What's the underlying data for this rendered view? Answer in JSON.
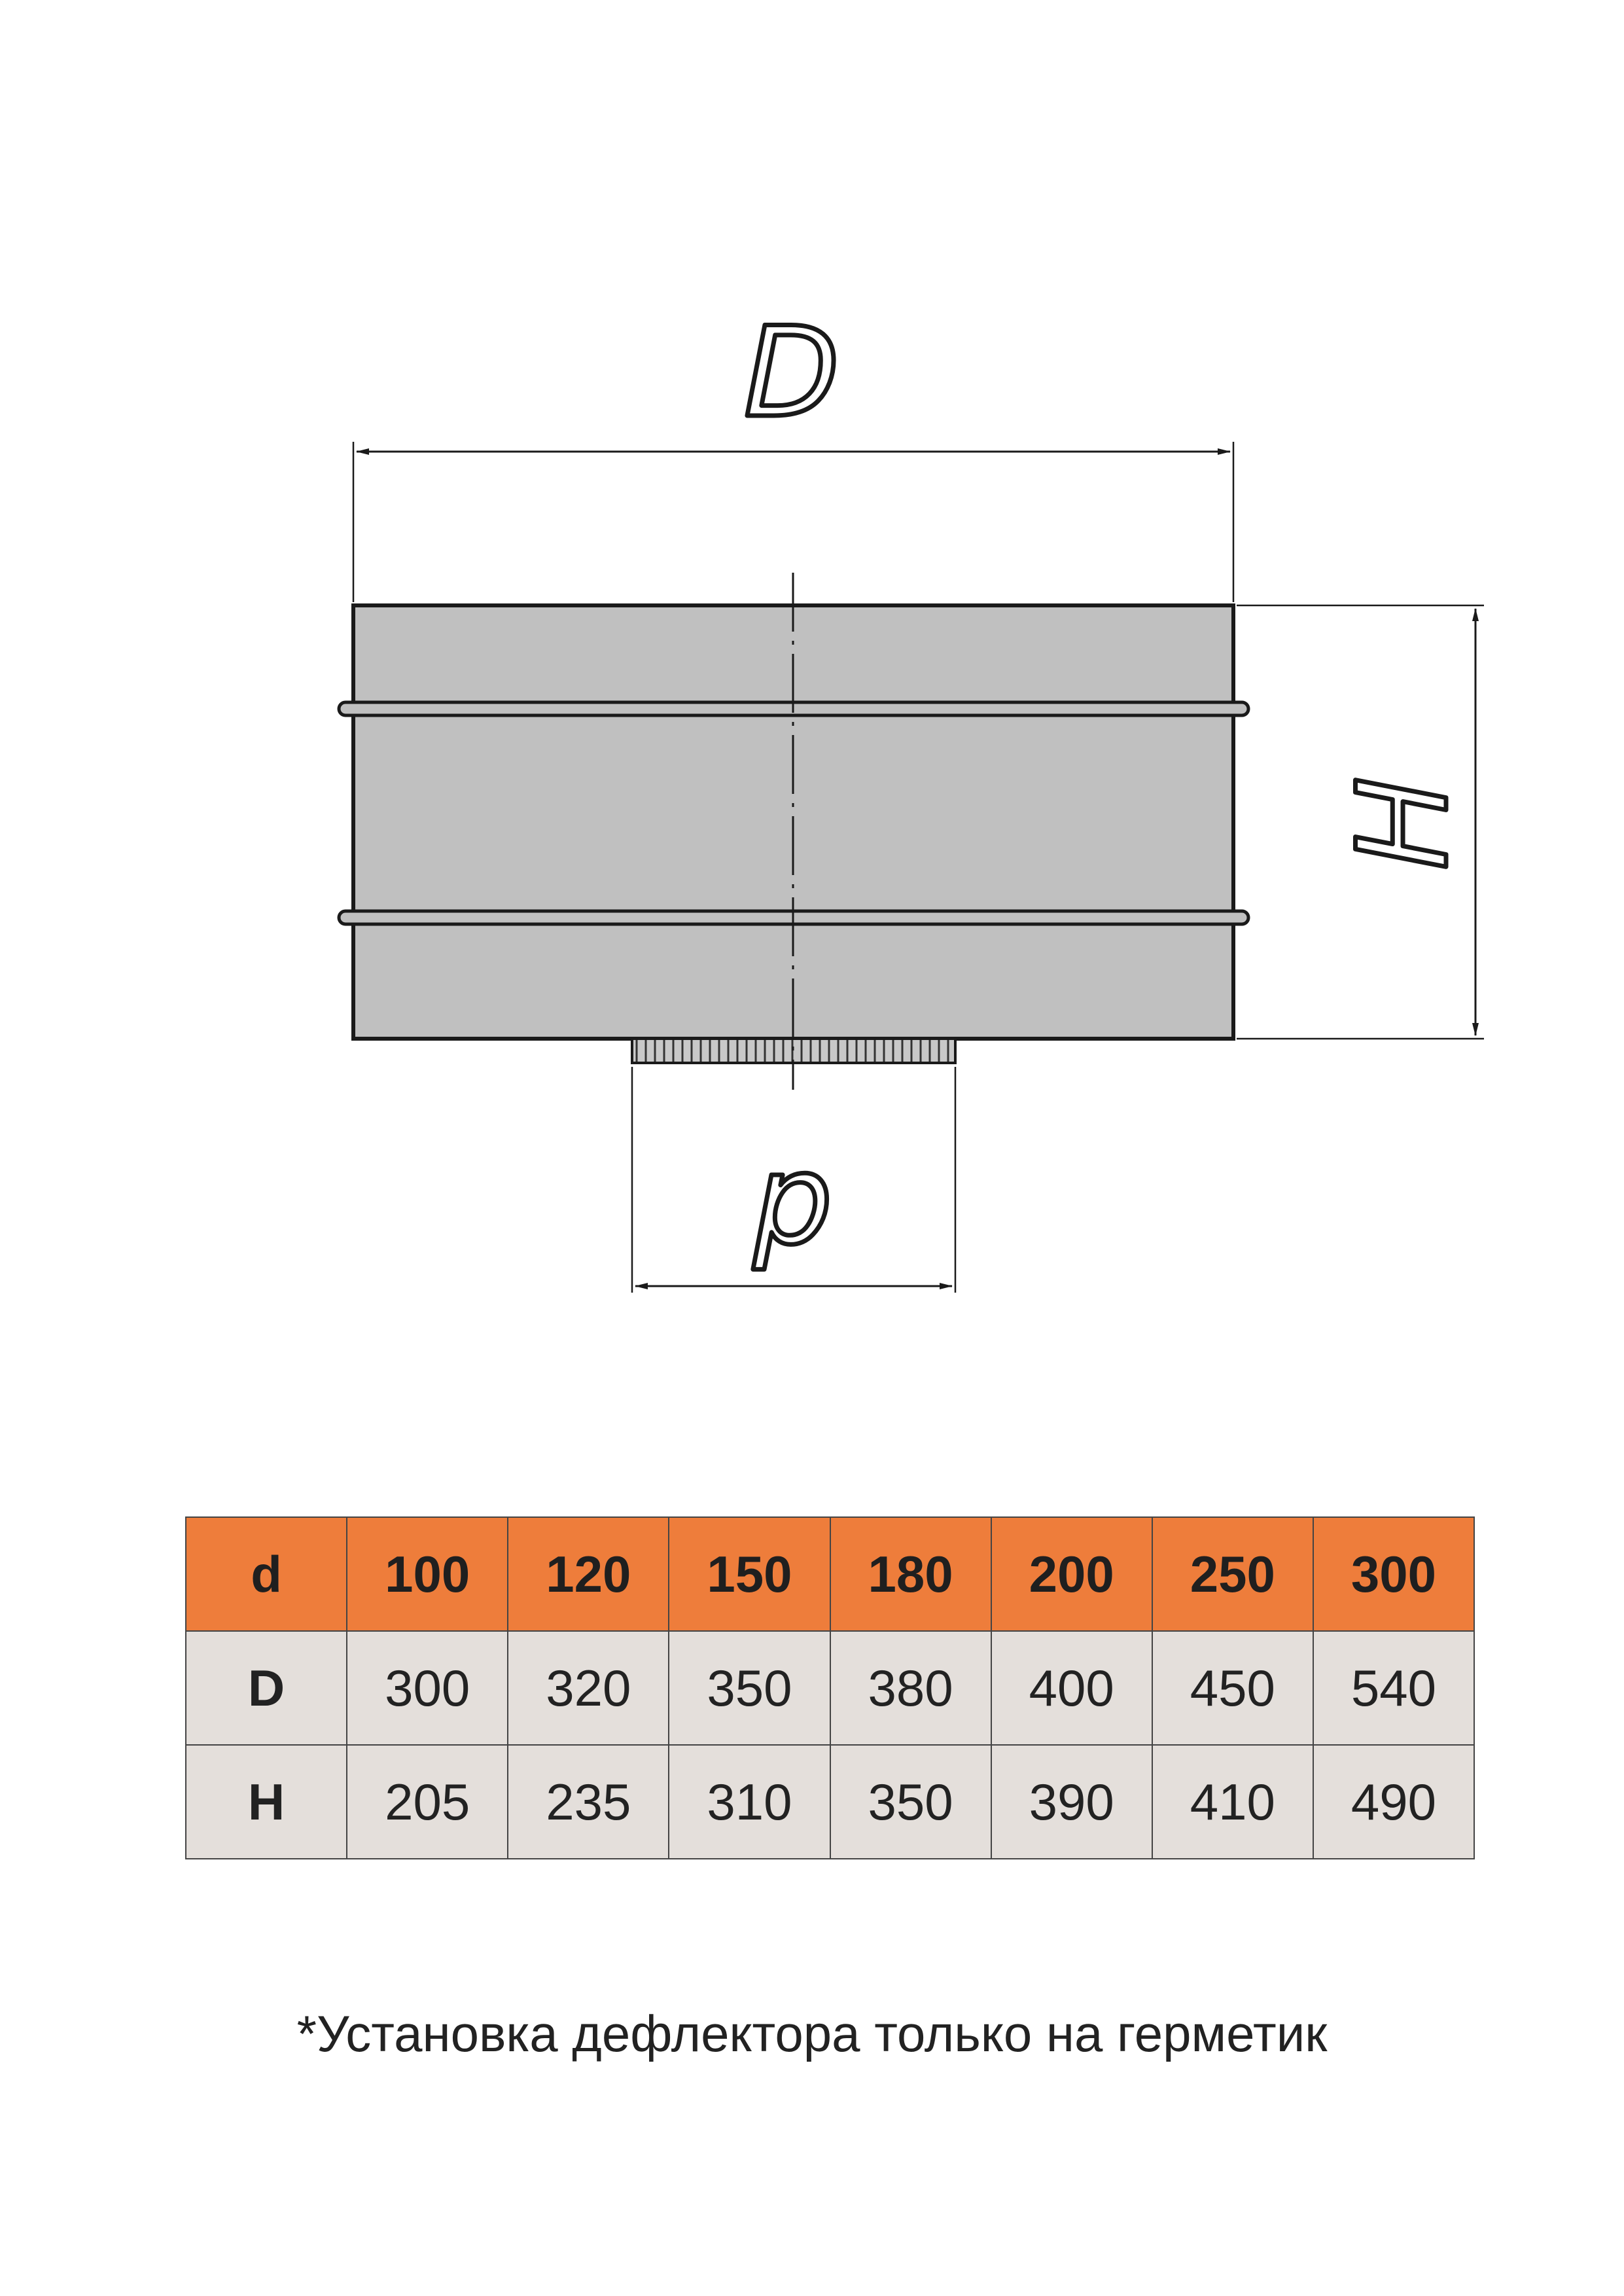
{
  "drawing": {
    "label_D": "D",
    "label_H": "H",
    "label_d": "d",
    "body_fill": "#c0c0c0",
    "line_color": "#1a1a1a"
  },
  "table": {
    "header": [
      "d",
      "100",
      "120",
      "150",
      "180",
      "200",
      "250",
      "300"
    ],
    "rows": [
      [
        "D",
        "300",
        "320",
        "350",
        "380",
        "400",
        "450",
        "540"
      ],
      [
        "H",
        "205",
        "235",
        "310",
        "350",
        "390",
        "410",
        "490"
      ]
    ],
    "header_color": "#ee7d3b",
    "row_color": "#e4dfdb"
  },
  "footnote": "*Установка дефлектора только на герметик"
}
